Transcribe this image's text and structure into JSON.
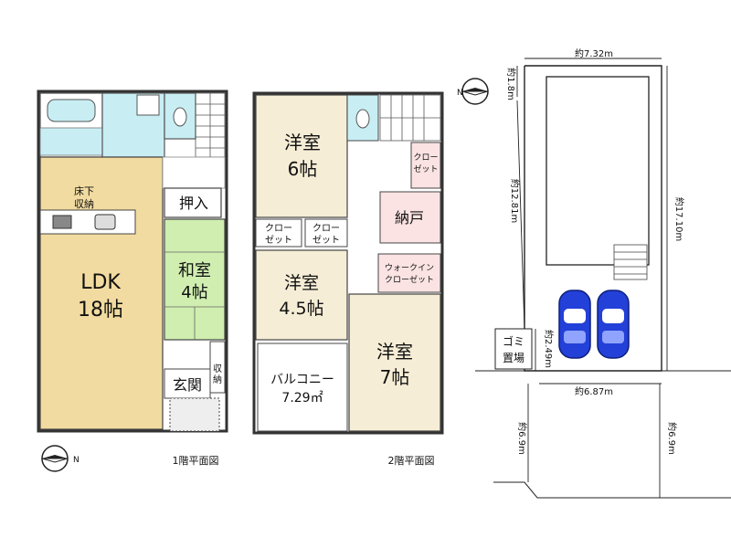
{
  "floor1": {
    "caption": "1階平面図",
    "ldk_name": "LDK",
    "ldk_size": "18帖",
    "underfloor_line1": "床下",
    "underfloor_line2": "収納",
    "washitsu_name": "和室",
    "washitsu_size": "4帖",
    "oshiire": "押入",
    "genkan": "玄関",
    "storage_line1": "収",
    "storage_line2": "納"
  },
  "floor2": {
    "caption": "2階平面図",
    "room6_name": "洋室",
    "room6_size": "6帖",
    "closet_a_line1": "クロー",
    "closet_a_line2": "ゼット",
    "closet_b_line1": "クロー",
    "closet_b_line2": "ゼット",
    "closet_top_line1": "クロー",
    "closet_top_line2": "ゼット",
    "nando": "納戸",
    "wic_line1": "ウォークイン",
    "wic_line2": "クローゼット",
    "room45_name": "洋室",
    "room45_size": "4.5帖",
    "room7_name": "洋室",
    "room7_size": "7帖",
    "balcony_name": "バルコニー",
    "balcony_area": "7.29㎡"
  },
  "site": {
    "width_top": "約7.32m",
    "setback_top": "約1.8m",
    "left_depth": "約12.81m",
    "total_depth": "約17.10m",
    "gomi_line1": "ゴミ",
    "gomi_line2": "置場",
    "gap": "約2.49m",
    "frontage": "約6.87m",
    "road_left": "約6.9m",
    "road_right": "約6.9m"
  },
  "colors": {
    "ldk": "#f2dba0",
    "washitsu": "#cfeeb0",
    "bath": "#c8eef4",
    "closet": "#fbe3e3",
    "car": "#2340d8"
  }
}
